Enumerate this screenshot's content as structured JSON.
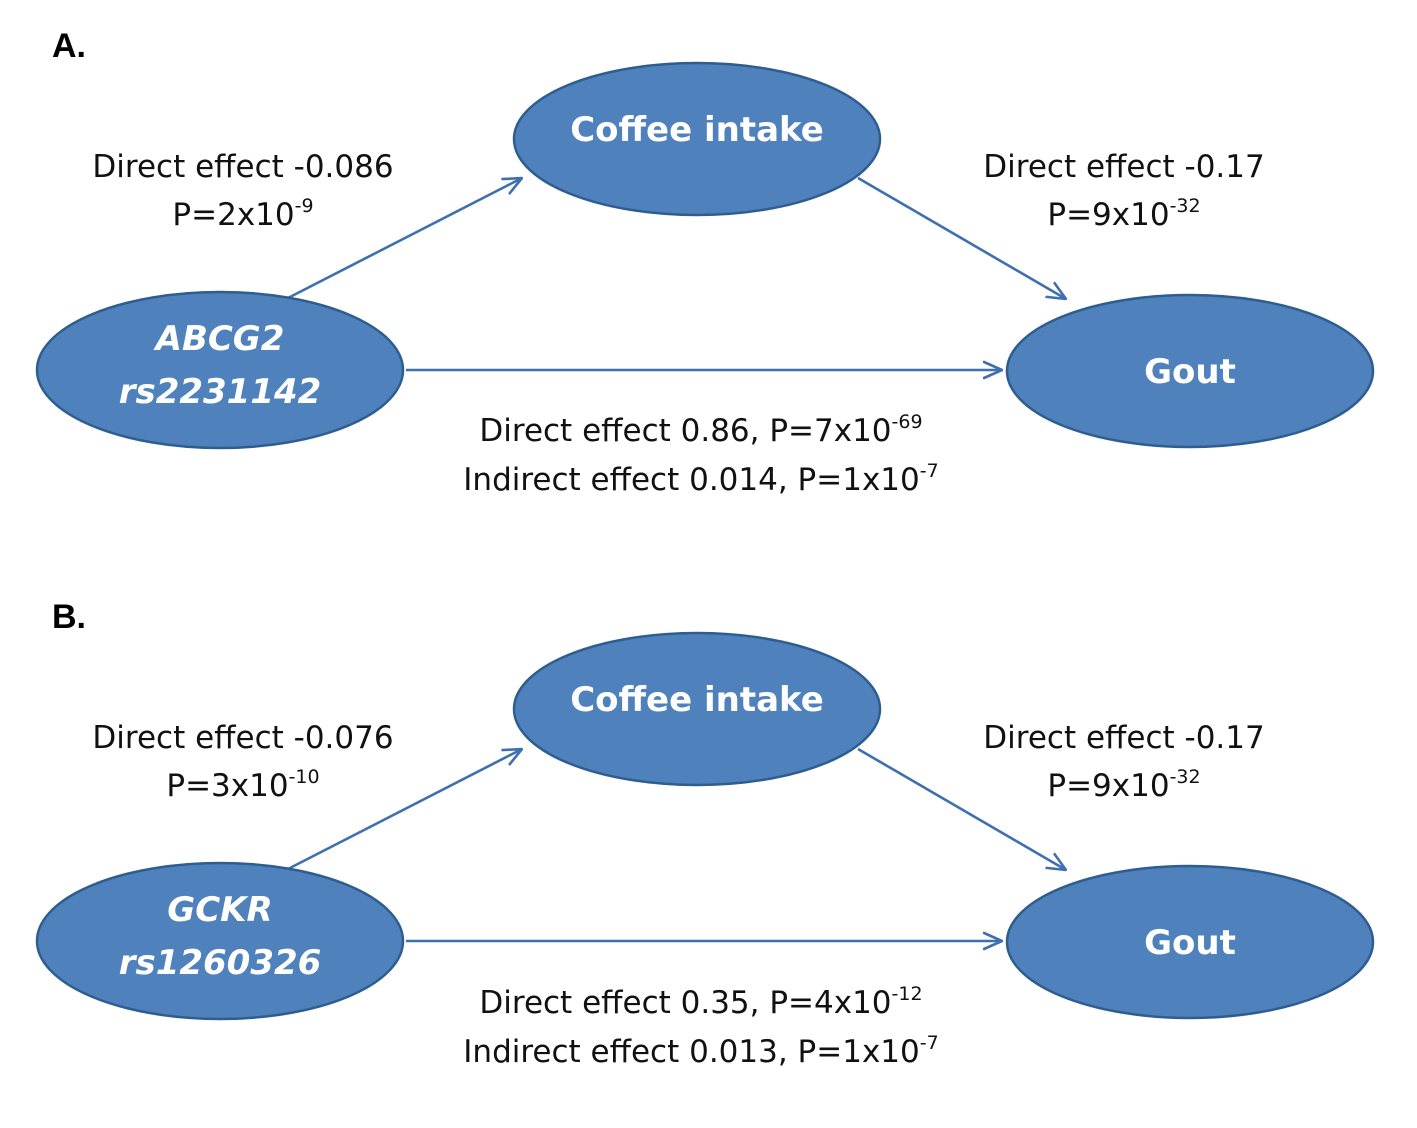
{
  "colors": {
    "node_fill": "#4f81bd",
    "node_stroke": "#2e5d8f",
    "node_text": "#ffffff",
    "arrow": "#3e6fae",
    "text": "#111111"
  },
  "panels": [
    {
      "label": "A.",
      "nodes": {
        "gene": {
          "line1": "ABCG2",
          "line2": "rs2231142"
        },
        "mediator": {
          "label": "Coffee intake"
        },
        "outcome": {
          "label": "Gout"
        }
      },
      "gene_to_mediator": {
        "line1": "Direct effect -0.086",
        "p_prefix": "P=2x10",
        "p_exp": "-9"
      },
      "mediator_to_outcome": {
        "line1": "Direct effect -0.17",
        "p_prefix": "P=9x10",
        "p_exp": "-32"
      },
      "gene_to_outcome": {
        "direct_prefix": "Direct effect 0.86, P=7x10",
        "direct_exp": "-69",
        "indirect_prefix": "Indirect effect 0.014, P=1x10",
        "indirect_exp": "-7"
      }
    },
    {
      "label": "B.",
      "nodes": {
        "gene": {
          "line1": "GCKR",
          "line2": "rs1260326"
        },
        "mediator": {
          "label": "Coffee intake"
        },
        "outcome": {
          "label": "Gout"
        }
      },
      "gene_to_mediator": {
        "line1": "Direct effect -0.076",
        "p_prefix": "P=3x10",
        "p_exp": "-10"
      },
      "mediator_to_outcome": {
        "line1": "Direct effect -0.17",
        "p_prefix": "P=9x10",
        "p_exp": "-32"
      },
      "gene_to_outcome": {
        "direct_prefix": "Direct effect 0.35, P=4x10",
        "direct_exp": "-12",
        "indirect_prefix": "Indirect effect 0.013, P=1x10",
        "indirect_exp": "-7"
      }
    }
  ]
}
